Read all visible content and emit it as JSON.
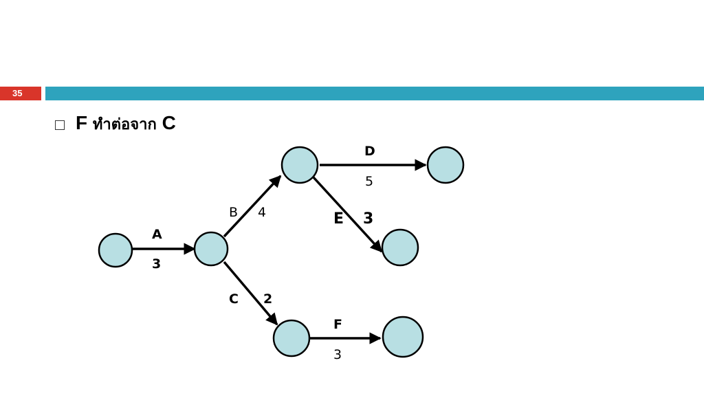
{
  "slide": {
    "number": "35"
  },
  "bullet": {
    "part1": "F",
    "part2": "ทำต่อจาก",
    "part3": "C"
  },
  "colors": {
    "node_fill": "#b8dfe3",
    "accent_bar": "#2ea3bd",
    "number_box": "#d9352a"
  },
  "diagram": {
    "nodes": [
      "n1",
      "n2",
      "n3",
      "n4",
      "n5",
      "n6",
      "n7"
    ],
    "edges": [
      {
        "id": "A",
        "from": "n1",
        "to": "n2",
        "name": "A",
        "duration": "3"
      },
      {
        "id": "B",
        "from": "n2",
        "to": "n3",
        "name": "B",
        "duration": "4"
      },
      {
        "id": "C",
        "from": "n2",
        "to": "n4",
        "name": "C",
        "duration": "2"
      },
      {
        "id": "D",
        "from": "n3",
        "to": "n5",
        "name": "D",
        "duration": "5"
      },
      {
        "id": "E",
        "from": "n3",
        "to": "n6",
        "name": "E",
        "duration": "3"
      },
      {
        "id": "F",
        "from": "n4",
        "to": "n7",
        "name": "F",
        "duration": "3"
      }
    ]
  }
}
